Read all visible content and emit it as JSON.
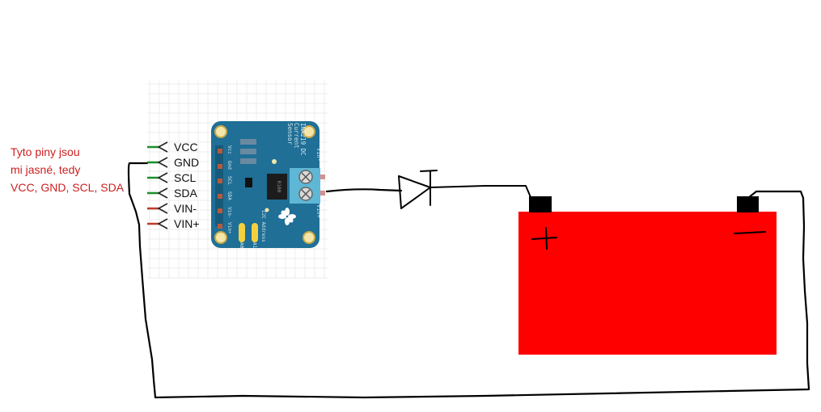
{
  "annotation": {
    "lines": [
      "Tyto piny jsou",
      "mi jasné, tedy",
      "VCC, GND, SCL, SDA"
    ]
  },
  "pins": [
    "VCC",
    "GND",
    "SCL",
    "SDA",
    "VIN-",
    "VIN+"
  ],
  "sensor_board": {
    "title_lines": [
      "INA219 DC",
      "Current",
      "Sensor"
    ],
    "silk_left": [
      "Vcc",
      "Gnd",
      "SCL",
      "SDA",
      "Vin-",
      "Vin+"
    ],
    "silk_terminals": [
      "Vin-",
      "Vin+"
    ],
    "silk_address": "I2C Address",
    "silk_jumpers": [
      "A0",
      "A1"
    ],
    "shunt_label": "R100"
  },
  "battery": {
    "positive_symbol": "+",
    "negative_symbol": "-"
  },
  "colors": {
    "annotation": "#cc1f1f",
    "board": "#1f6f96",
    "battery": "#ff0000",
    "wire": "#000000",
    "terminal_block": "#5fb7d6"
  }
}
